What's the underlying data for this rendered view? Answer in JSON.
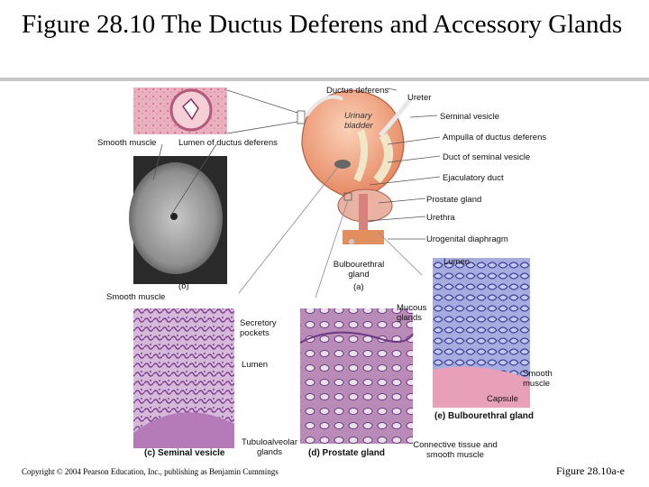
{
  "title": "Figure 28.10  The Ductus Deferens and Accessory Glands",
  "labels": {
    "ductus_deferens": "Ductus deferens",
    "ureter": "Ureter",
    "urinary_bladder": "Urinary bladder",
    "seminal_vesicle": "Seminal vesicle",
    "ampulla": "Ampulla of ductus deferens",
    "duct_seminal_vesicle": "Duct of seminal vesicle",
    "ejaculatory_duct": "Ejaculatory duct",
    "prostate_gland": "Prostate gland",
    "urethra": "Urethra",
    "urogenital_diaphragm": "Urogenital diaphragm",
    "bulbourethral_gland": "Bulbourethral gland",
    "panel_a": "(a)",
    "smooth_muscle_1": "Smooth muscle",
    "lumen_ductus": "Lumen of ductus deferens",
    "panel_b": "(b)",
    "smooth_muscle_2": "Smooth muscle",
    "secretory_pockets": "Secretory pockets",
    "lumen_c": "Lumen",
    "panel_c": "(c) Seminal vesicle",
    "tubuloalveolar": "Tubuloalveolar glands",
    "panel_d": "(d) Prostate gland",
    "connective_tissue": "Connective tissue and smooth muscle",
    "mucous_glands": "Mucous glands",
    "lumen_e": "Lumen",
    "smooth_muscle_3": "Smooth muscle",
    "capsule": "Capsule",
    "panel_e": "(e) Bulbourethral gland"
  },
  "footer": {
    "copyright": "Copyright © 2004 Pearson Education, Inc., publishing as Benjamin Cummings",
    "figure_ref": "Figure 28.10a-e"
  },
  "colors": {
    "histology_pink": "#e9a6b8",
    "histology_purple": "#8a5aa6",
    "bulbourethral_blue": "#5a62b8",
    "sem_gray": "#8c8c8c",
    "bladder_orange": "#f0a27a"
  }
}
